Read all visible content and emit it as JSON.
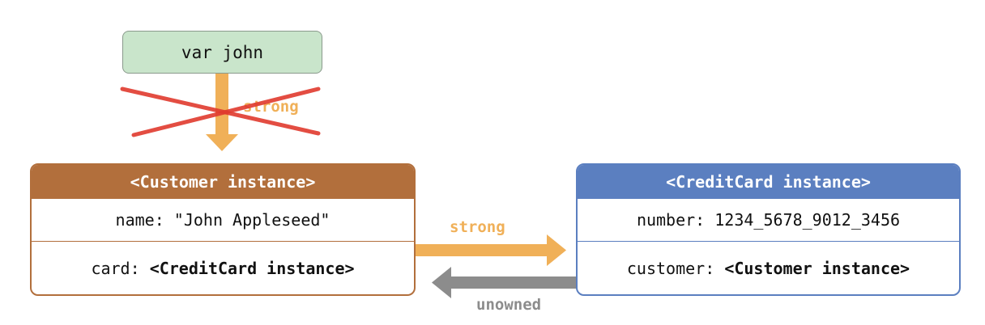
{
  "variable": {
    "label": "var john"
  },
  "customer": {
    "header": "<Customer instance>",
    "name_row": "name: \"John Appleseed\"",
    "card_key": "card: ",
    "card_value": "<CreditCard instance>"
  },
  "credit_card": {
    "header": "<CreditCard instance>",
    "number_row": "number: 1234_5678_9012_3456",
    "customer_key": "customer: ",
    "customer_value": "<Customer instance>"
  },
  "references": {
    "john_to_customer": "strong",
    "customer_to_card": "strong",
    "card_to_customer": "unowned"
  },
  "colors": {
    "strong": "#f0b058",
    "unowned": "#8c8c8c",
    "customer": "#b26f3c",
    "credit_card": "#5b7fc0",
    "variable_fill": "#c9e5cb",
    "cross": "#e03a2e"
  }
}
